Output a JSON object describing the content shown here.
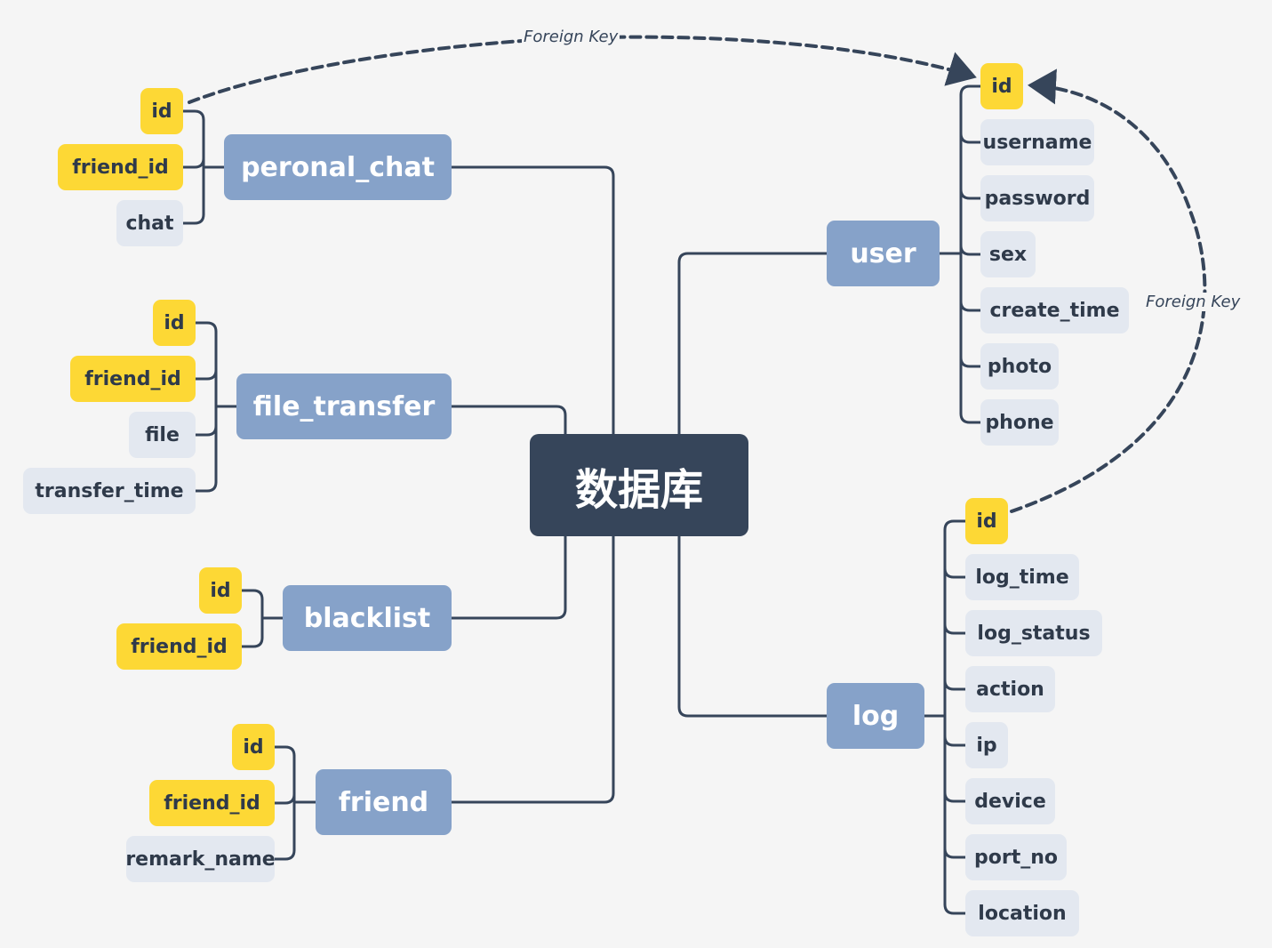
{
  "root": {
    "label": "数据库"
  },
  "tables": [
    {
      "id": "peronal_chat",
      "label": "peronal_chat",
      "fields": [
        {
          "label": "id",
          "key": true
        },
        {
          "label": "friend_id",
          "key": true
        },
        {
          "label": "chat",
          "key": false
        }
      ]
    },
    {
      "id": "file_transfer",
      "label": "file_transfer",
      "fields": [
        {
          "label": "id",
          "key": true
        },
        {
          "label": "friend_id",
          "key": true
        },
        {
          "label": "file",
          "key": false
        },
        {
          "label": "transfer_time",
          "key": false
        }
      ]
    },
    {
      "id": "blacklist",
      "label": "blacklist",
      "fields": [
        {
          "label": "id",
          "key": true
        },
        {
          "label": "friend_id",
          "key": true
        }
      ]
    },
    {
      "id": "friend",
      "label": "friend",
      "fields": [
        {
          "label": "id",
          "key": true
        },
        {
          "label": "friend_id",
          "key": true
        },
        {
          "label": "remark_name",
          "key": false
        }
      ]
    },
    {
      "id": "user",
      "label": "user",
      "fields": [
        {
          "label": "id",
          "key": true
        },
        {
          "label": "username",
          "key": false
        },
        {
          "label": "password",
          "key": false
        },
        {
          "label": "sex",
          "key": false
        },
        {
          "label": "create_time",
          "key": false
        },
        {
          "label": "photo",
          "key": false
        },
        {
          "label": "phone",
          "key": false
        }
      ]
    },
    {
      "id": "log",
      "label": "log",
      "fields": [
        {
          "label": "id",
          "key": true
        },
        {
          "label": "log_time",
          "key": false
        },
        {
          "label": "log_status",
          "key": false
        },
        {
          "label": "action",
          "key": false
        },
        {
          "label": "ip",
          "key": false
        },
        {
          "label": "device",
          "key": false
        },
        {
          "label": "port_no",
          "key": false
        },
        {
          "label": "location",
          "key": false
        }
      ]
    }
  ],
  "foreign_keys": [
    {
      "from": "peronal_chat.id",
      "to": "user.id",
      "label": "Foreign Key"
    },
    {
      "from": "log.id",
      "to": "user.id",
      "label": "Foreign Key"
    }
  ],
  "colors": {
    "background": "#f5f5f5",
    "root": "#36455a",
    "table": "#86a2c9",
    "field": "#e3e8f0",
    "key_field": "#fdd835",
    "line": "#36455a"
  }
}
